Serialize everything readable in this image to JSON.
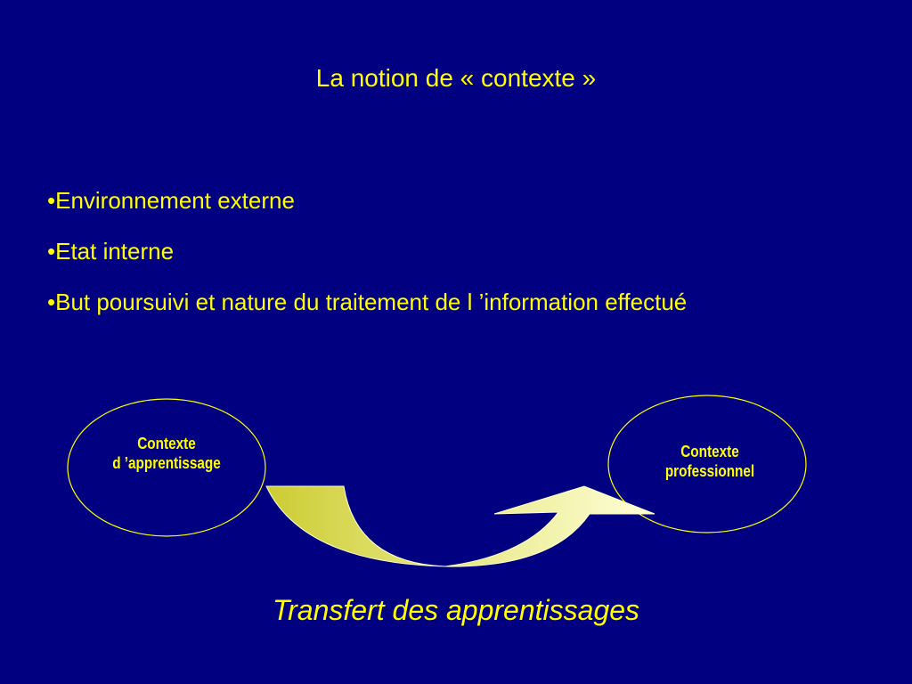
{
  "slide": {
    "title": "La notion de « contexte »",
    "bullets": [
      "•Environnement externe",
      "•Etat interne",
      "•But poursuivi et nature du traitement de l ’information effectué"
    ],
    "diagram": {
      "left_context_line1": "Contexte",
      "left_context_line2": "d ’apprentissage",
      "right_context_line1": "Contexte",
      "right_context_line2": "professionnel"
    },
    "caption": "Transfert des apprentissages"
  },
  "colors": {
    "background": "#000080",
    "text": "#ffff00",
    "arrow_light": "#ffffcc",
    "arrow_dark": "#cccc33"
  }
}
